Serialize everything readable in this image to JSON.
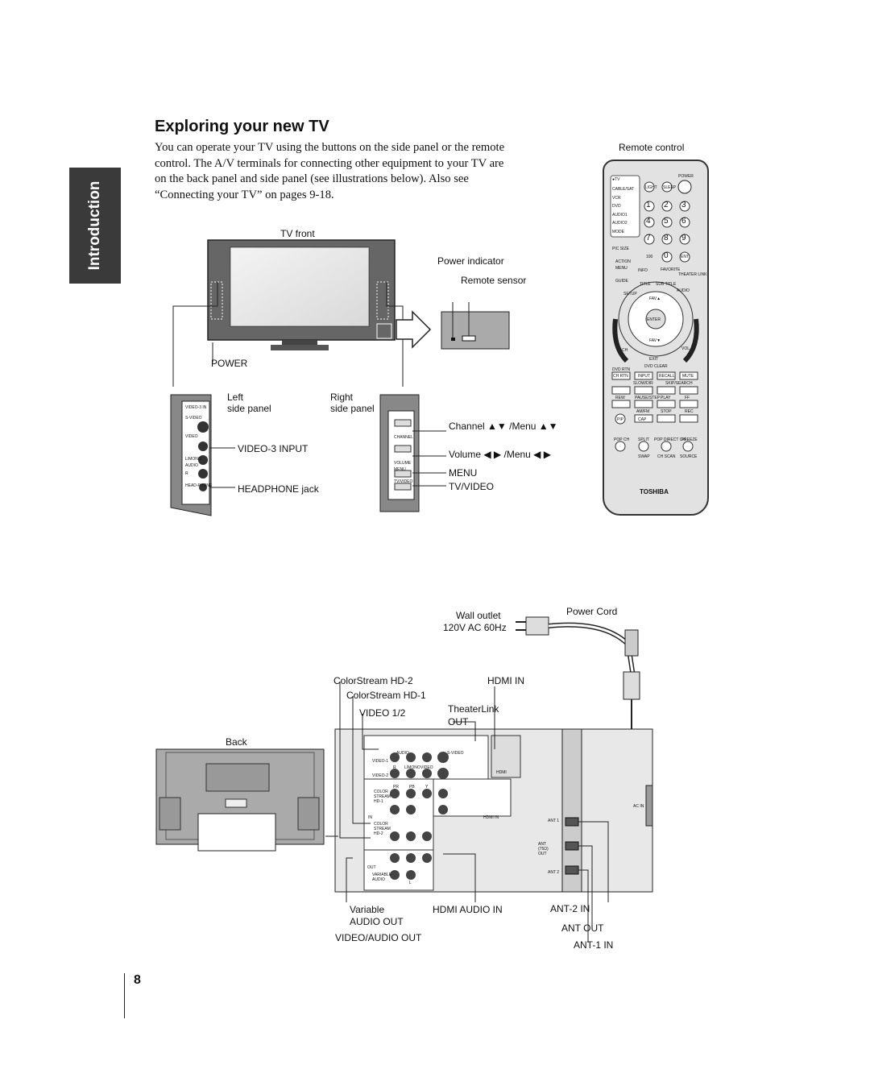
{
  "section_tab": "Introduction",
  "title": "Exploring your new TV",
  "intro_text": "You can operate your TV using the buttons on the side panel or the remote control. The A/V terminals for connecting other equipment to your TV are on the back panel and side panel (see illustrations below). Also see “Connecting your TV” on pages 9-18.",
  "page_number": "8",
  "front": {
    "tv_front": "TV front",
    "power": "POWER",
    "power_indicator": "Power indicator",
    "remote_sensor": "Remote sensor",
    "left_panel": "Left",
    "left_panel2": "side panel",
    "right_panel": "Right",
    "right_panel2": "side panel",
    "video3_input": "VIDEO-3 INPUT",
    "headphone_jack": "HEADPHONE jack",
    "channel_menu": "Channel ▲▼ /Menu ▲▼",
    "volume_menu": "Volume ◀ ▶ /Menu ◀ ▶",
    "menu": "MENU",
    "tv_video": "TV/VIDEO",
    "left_panel_tiny": [
      "VIDEO-3 IN",
      "S-VIDEO",
      "VIDEO",
      "L/MONO",
      "AUDIO",
      "R",
      "HEAD-PHONE"
    ],
    "right_panel_tiny": [
      "CHANNEL",
      "VOLUME",
      "MENU",
      "TV/VIDEO"
    ]
  },
  "remote": {
    "label": "Remote control",
    "brand": "TOSHIBA",
    "source_labels": [
      "●TV",
      "CABLE/SAT",
      "VCR",
      "DVD",
      "AUDIO1",
      "AUDIO2"
    ],
    "power": "POWER",
    "top_keys": [
      "LIGHT",
      "SLEEP"
    ],
    "digits": [
      "1",
      "2",
      "3",
      "4",
      "5",
      "6",
      "7",
      "8",
      "9",
      "0"
    ],
    "mode": "MODE",
    "small_keys": [
      "PIC SIZE",
      "100",
      "ENT",
      "ACTION",
      "MENU"
    ],
    "arc_labels": [
      "INFO",
      "FAVORITE",
      "THEATER LINK",
      "GUIDE",
      "TITLE",
      "SUB TITLE",
      "SETUP",
      "AUDIO"
    ],
    "nav": [
      "FAV▲",
      "ENTER",
      "FAV▼",
      "EXIT",
      "CH",
      "VOL",
      "DVD CLEAR"
    ],
    "row1": [
      "CH RTN",
      "INPUT",
      "RECALL",
      "MUTE"
    ],
    "row1_top": [
      "DVD RTN",
      "SLOW/DIR",
      "SKIP/SEARCH"
    ],
    "transport_labels": [
      "REW",
      "PAUSE/STEP",
      "PLAY",
      "FF"
    ],
    "row3_labels": [
      "AM/FM",
      "STOP",
      "REC"
    ],
    "row4": [
      "POP CH",
      "SPLIT",
      "POP DIRECT CH",
      "FREEZE"
    ],
    "row4_bottom": [
      "SWAP",
      "CH SCAN",
      "SOURCE"
    ],
    "pip": "PIP",
    "cap": "CAP"
  },
  "back": {
    "back": "Back",
    "wall_outlet": "Wall outlet",
    "voltage": "120V AC 60Hz",
    "power_cord": "Power Cord",
    "colorstream_hd2": "ColorStream HD-2",
    "colorstream_hd1": "ColorStream HD-1",
    "video12": "VIDEO 1/2",
    "hdmi_in": "HDMI IN",
    "theaterlink": "TheaterLink",
    "out": "OUT",
    "variable": "Variable",
    "audio_out": "AUDIO OUT",
    "video_audio_out": "VIDEO/AUDIO OUT",
    "hdmi_audio_in": "HDMI AUDIO IN",
    "ant2_in": "ANT-2 IN",
    "ant_out": "ANT OUT",
    "ant1_in": "ANT-1 IN",
    "panel_tiny": [
      "VIDEO-1",
      "VIDEO-2",
      "IN",
      "COLOR STREAM HD-1",
      "COLOR STREAM HD-2",
      "OUT",
      "VARIABLE AUDIO",
      "HDMI",
      "HDMI IN",
      "ANT 1",
      "ANT (75Ω) OUT",
      "ANT 2",
      "AC IN",
      "S-VIDEO",
      "AUDIO",
      "VIDEO",
      "L/MONO",
      "R",
      "L",
      "Y",
      "PB",
      "PR"
    ]
  }
}
